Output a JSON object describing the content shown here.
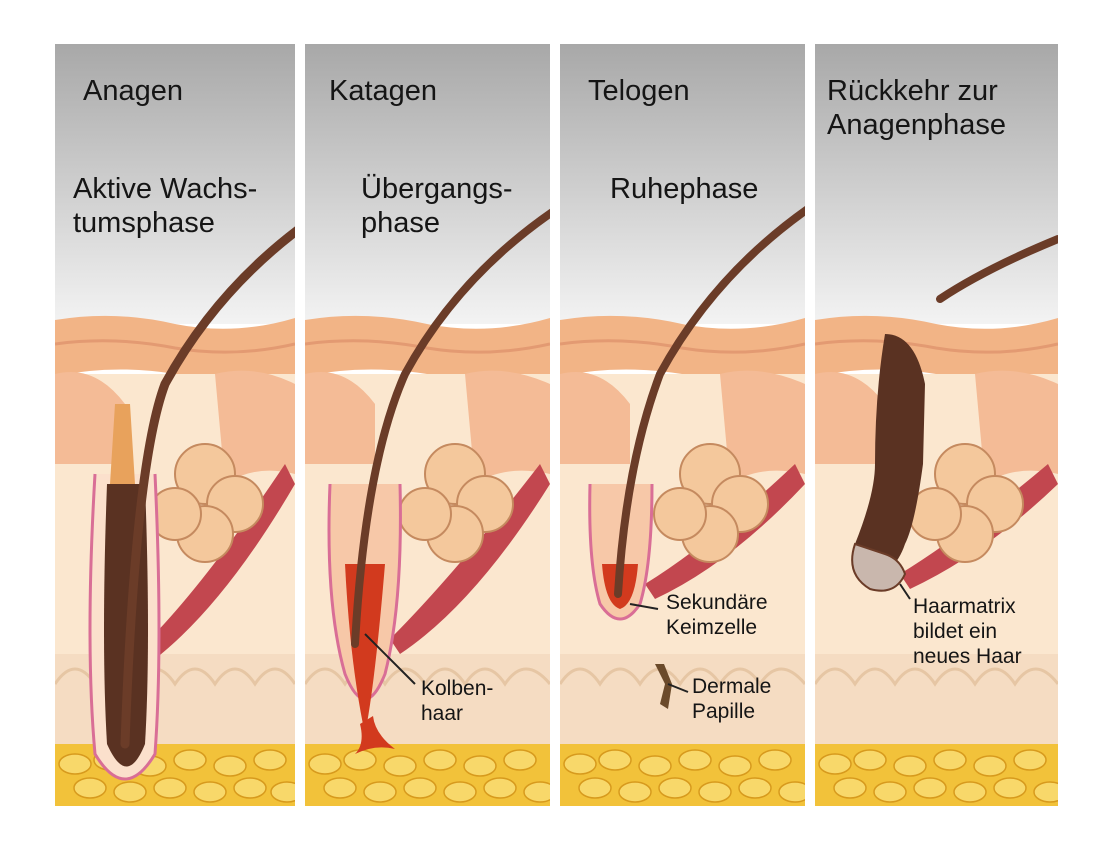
{
  "phases": [
    {
      "title": "Anagen",
      "subtitle": "Aktive Wachs-\ntumsphase"
    },
    {
      "title": "Katagen",
      "subtitle": "Übergangs-\nphase"
    },
    {
      "title": "Telogen",
      "subtitle": "Ruhephase"
    },
    {
      "title": "Rückkehr zur\nAnagenphase",
      "subtitle": ""
    }
  ],
  "labels": {
    "kolbenhaar": "Kolben-\nhaar",
    "sekundaere_keimzelle": "Sekundäre\nKeimzelle",
    "dermale_papille": "Dermale\nPapille",
    "haarmatrix": "Haarmatrix\nbildet ein\nneues Haar"
  },
  "colors": {
    "sky_top": "#a9a9a9",
    "sky_bottom": "#f1f1f1",
    "epidermis": "#f2b486",
    "dermis": "#fbe7cf",
    "papillary_layer": "#f7c9a6",
    "fat": "#f2c23a",
    "hair": "#6b3c28",
    "follicle_sheath": "#d96e96",
    "muscle": "#c2474f",
    "sebaceous_gland": "#f4c89c"
  }
}
